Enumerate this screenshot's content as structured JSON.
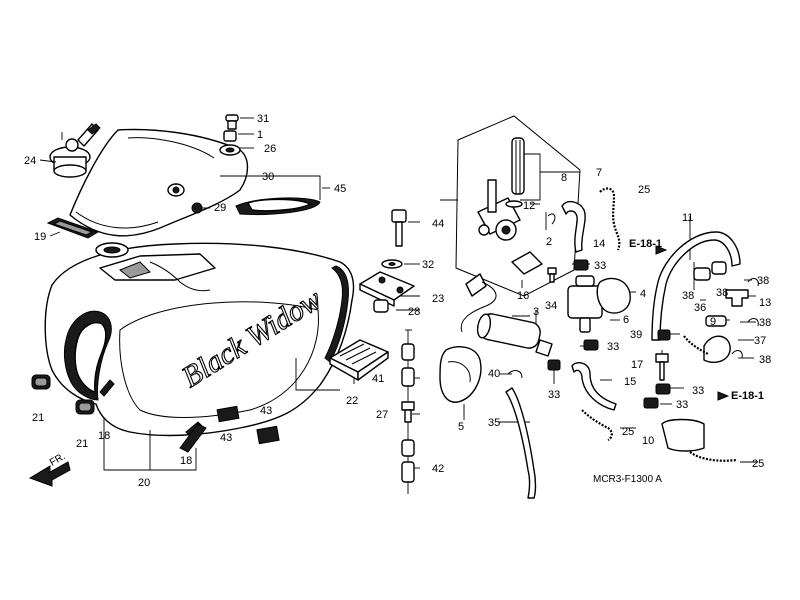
{
  "diagram_code": "MCR3-F1300 A",
  "direction_label": "FR.",
  "emblem_text": "Black Widow",
  "references": [
    {
      "id": "ref1",
      "label": "E-18-1"
    },
    {
      "id": "ref2",
      "label": "E-18-1"
    }
  ],
  "callouts": {
    "c1": "1",
    "c2": "2",
    "c3": "3",
    "c4": "4",
    "c5": "5",
    "c6": "6",
    "c7": "7",
    "c8": "8",
    "c9": "9",
    "c10": "10",
    "c11": "11",
    "c12": "12",
    "c13": "13",
    "c14": "14",
    "c15": "15",
    "c16": "16",
    "c17": "17",
    "c18a": "18",
    "c18b": "18",
    "c19": "19",
    "c20": "20",
    "c21a": "21",
    "c21b": "21",
    "c22": "22",
    "c23": "23",
    "c24": "24",
    "c25a": "25",
    "c25b": "25",
    "c25c": "25",
    "c26": "26",
    "c27": "27",
    "c28": "28",
    "c29": "29",
    "c30": "30",
    "c31": "31",
    "c32": "32",
    "c33a": "33",
    "c33b": "33",
    "c33c": "33",
    "c33d": "33",
    "c33e": "33",
    "c34": "34",
    "c35": "35",
    "c36": "36",
    "c37": "37",
    "c38a": "38",
    "c38b": "38",
    "c38c": "38",
    "c38d": "38",
    "c38e": "38",
    "c39": "39",
    "c40": "40",
    "c41": "41",
    "c42": "42",
    "c43a": "43",
    "c43b": "43",
    "c44": "44",
    "c45": "45"
  }
}
